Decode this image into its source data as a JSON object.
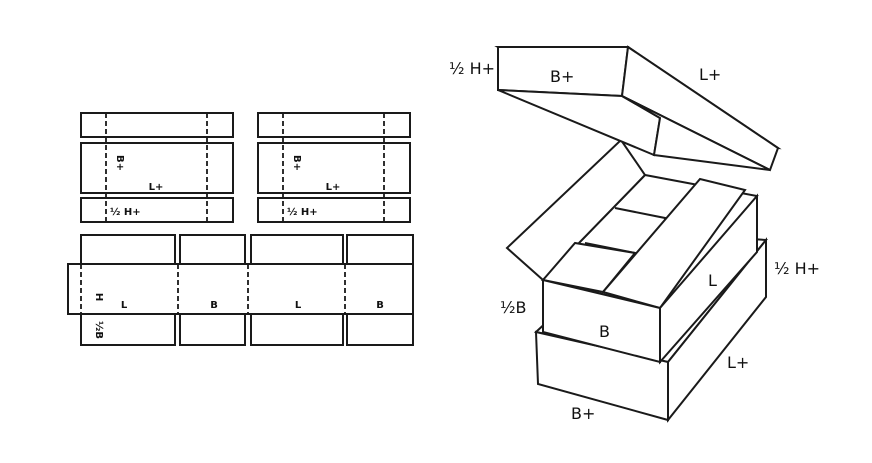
{
  "tray_blank_left": {
    "side_label": "B+",
    "bottom_label": "L+",
    "flap_label": "½ H+"
  },
  "tray_blank_right": {
    "side_label": "B+",
    "bottom_label": "L+",
    "flap_label": "½ H+"
  },
  "rsc_blank": {
    "height_label": "H",
    "panel_labels": [
      "L",
      "B",
      "L",
      "B"
    ],
    "flap_label": "½B"
  },
  "box_3d": {
    "lid_height_label": "½ H+",
    "lid_width_label": "B+",
    "lid_length_label": "L+",
    "box_flap_label": "½B",
    "box_width_label": "B",
    "box_length_label": "L",
    "tray_height_label": "½ H+",
    "tray_length_label": "L+",
    "tray_width_label": "B+"
  }
}
